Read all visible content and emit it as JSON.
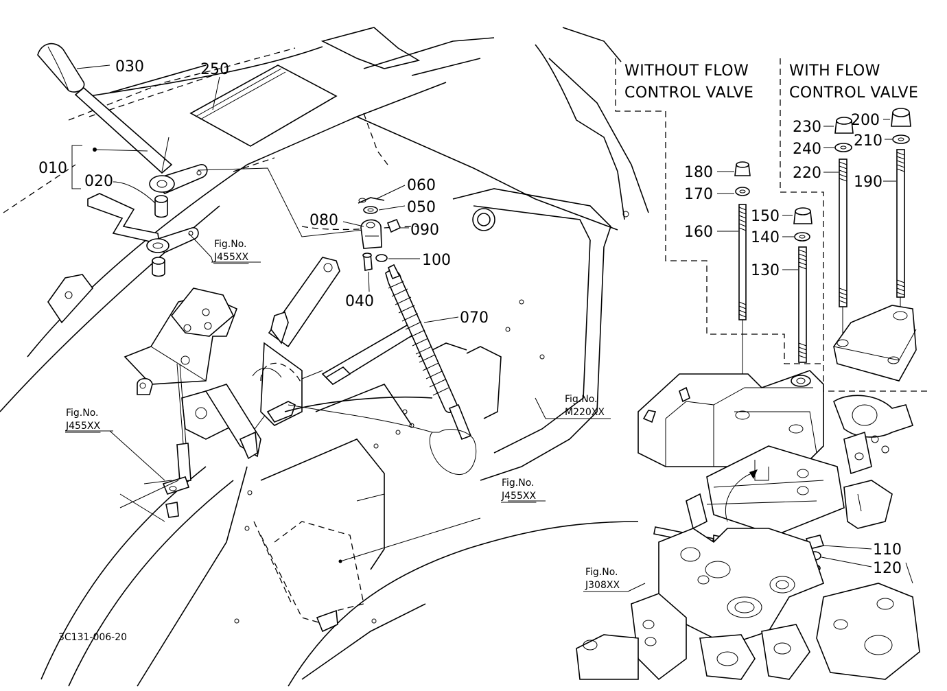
{
  "drawing_code": "3C131-006-20",
  "part_labels": {
    "p010": "010",
    "p020": "020",
    "p030": "030",
    "p040": "040",
    "p050": "050",
    "p060": "060",
    "p070": "070",
    "p080": "080",
    "p090": "090",
    "p100": "100",
    "p110": "110",
    "p120": "120",
    "p130": "130",
    "p140": "140",
    "p150": "150",
    "p160": "160",
    "p170": "170",
    "p180": "180",
    "p190": "190",
    "p200": "200",
    "p210": "210",
    "p220": "220",
    "p230": "230",
    "p240": "240",
    "p250": "250"
  },
  "fig_refs": {
    "left_upper": {
      "title": "Fig.No.",
      "code": "J455XX"
    },
    "left_lower": {
      "title": "Fig.No.",
      "code": "J455XX"
    },
    "middle": {
      "title": "Fig.No.",
      "code": "J455XX"
    },
    "right": {
      "title": "Fig.No.",
      "code": "M220XX"
    },
    "bottom": {
      "title": "Fig.No.",
      "code": "J308XX"
    }
  },
  "variant_boxes": {
    "without": {
      "line1": "WITHOUT FLOW",
      "line2": "CONTROL VALVE"
    },
    "with": {
      "line1": "WITH FLOW",
      "line2": "CONTROL VALVE"
    }
  }
}
